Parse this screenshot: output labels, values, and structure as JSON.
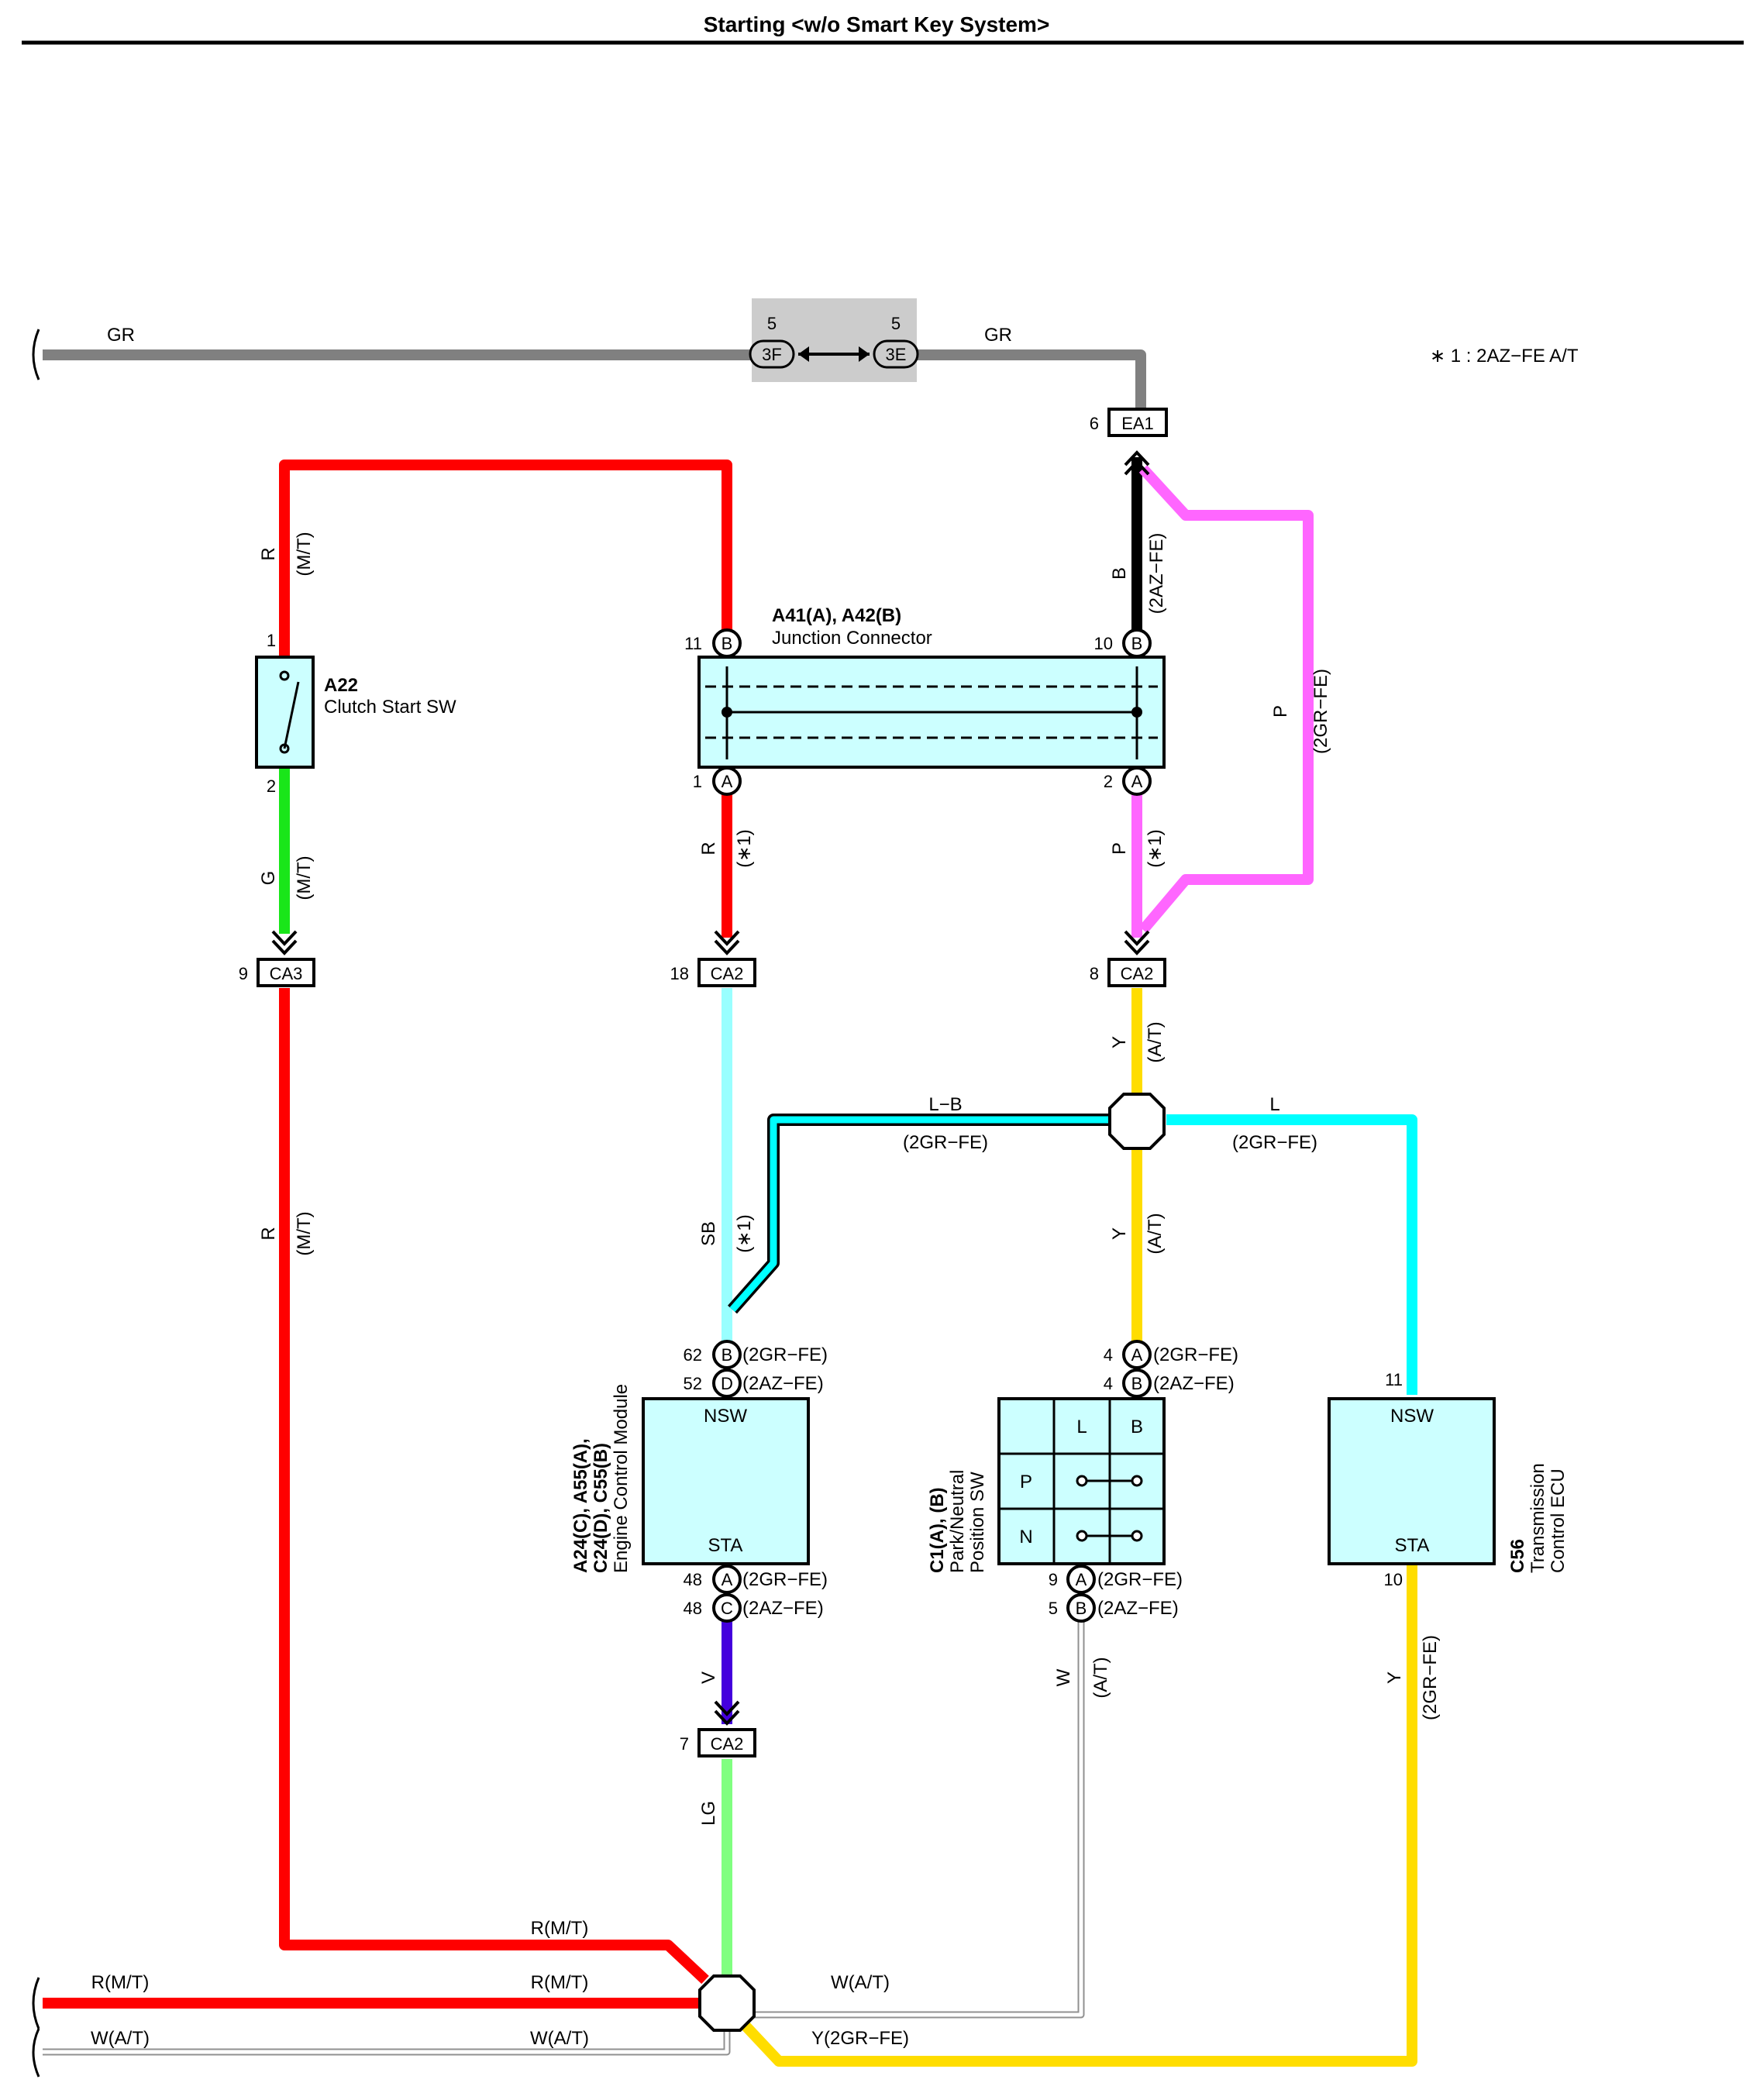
{
  "title": "Starting <w/o Smart Key System>",
  "note": "∗ 1 : 2AZ−FE A/T",
  "colors": {
    "GR": "#808080",
    "R": "#ff0000",
    "G": "#19e619",
    "B": "#000000",
    "P": "#ff66ff",
    "SB": "#99ffff",
    "L": "#00ffff",
    "Y": "#ffdd00",
    "V": "#4400dd",
    "LG": "#80ff80",
    "W": "#ffffff",
    "box": "#ccffff"
  },
  "components": {
    "a22": {
      "id": "A22",
      "name": "Clutch Start SW",
      "pin_top": "1",
      "pin_bottom": "2"
    },
    "junction": {
      "id": "A41(A), A42(B)",
      "name": "Junction Connector",
      "pin_tl": "11",
      "pin_tl_c": "B",
      "pin_tr": "10",
      "pin_tr_c": "B",
      "pin_bl": "1",
      "pin_bl_c": "A",
      "pin_br": "2",
      "pin_br_c": "A"
    },
    "ecm": {
      "id": "A24(C), A55(A),",
      "id2": "C24(D), C55(B)",
      "name": "Engine Control Module",
      "term_top": "NSW",
      "term_bottom": "STA",
      "pins_top": [
        {
          "n": "62",
          "c": "B",
          "v": "(2GR−FE)"
        },
        {
          "n": "52",
          "c": "D",
          "v": "(2AZ−FE)"
        }
      ],
      "pins_bottom": [
        {
          "n": "48",
          "c": "A",
          "v": "(2GR−FE)"
        },
        {
          "n": "48",
          "c": "C",
          "v": "(2AZ−FE)"
        }
      ]
    },
    "pnp": {
      "id": "C1(A), (B)",
      "name": "Park/Neutral",
      "name2": "Position SW",
      "col_l": "L",
      "col_b": "B",
      "row_p": "P",
      "row_n": "N",
      "pins_top": [
        {
          "n": "4",
          "c": "A",
          "v": "(2GR−FE)"
        },
        {
          "n": "4",
          "c": "B",
          "v": "(2AZ−FE)"
        }
      ],
      "pins_bottom": [
        {
          "n": "9",
          "c": "A",
          "v": "(2GR−FE)"
        },
        {
          "n": "5",
          "c": "B",
          "v": "(2AZ−FE)"
        }
      ]
    },
    "tcm": {
      "id": "C56",
      "name": "Transmission",
      "name2": "Control ECU",
      "term_top": "NSW",
      "term_bottom": "STA",
      "pin_top": "11",
      "pin_bottom": "10"
    }
  },
  "connectors": {
    "c3f": {
      "label": "3F",
      "pin": "5"
    },
    "c3e": {
      "label": "3E",
      "pin": "5"
    },
    "ea1": {
      "label": "EA1",
      "pin": "6"
    },
    "ca3": {
      "label": "CA3",
      "pin": "9"
    },
    "ca2_18": {
      "label": "CA2",
      "pin": "18"
    },
    "ca2_8": {
      "label": "CA2",
      "pin": "8"
    },
    "ca2_7": {
      "label": "CA2",
      "pin": "7"
    }
  },
  "wire_labels": {
    "gr_left": "GR",
    "gr_right": "GR",
    "r_mt_top_c": "R",
    "r_mt_top_v": "(M/T)",
    "b_c": "B",
    "b_v": "(2AZ−FE)",
    "p_right_c": "P",
    "p_right_v": "(2GR−FE)",
    "g_c": "G",
    "g_v": "(M/T)",
    "r_j_c": "R",
    "r_j_v": "(∗1)",
    "p_j_c": "P",
    "p_j_v": "(∗1)",
    "r_left_c": "R",
    "r_left_v": "(M/T)",
    "y1_c": "Y",
    "y1_v": "(A/T)",
    "lb_c": "L−B",
    "lb_v": "(2GR−FE)",
    "l_c": "L",
    "l_v": "(2GR−FE)",
    "sb_c": "SB",
    "sb_v": "(∗1)",
    "y2_c": "Y",
    "y2_v": "(A/T)",
    "v_c": "V",
    "lg_c": "LG",
    "w_c": "W",
    "w_v": "(A/T)",
    "y3_c": "Y",
    "y3_v": "(2GR−FE)",
    "rmt_1": "R(M/T)",
    "rmt_2": "R(M/T)",
    "rmt_3": "R(M/T)",
    "wat_1": "W(A/T)",
    "wat_2": "W(A/T)",
    "wat_3": "W(A/T)",
    "y_bottom": "Y(2GR−FE)"
  }
}
